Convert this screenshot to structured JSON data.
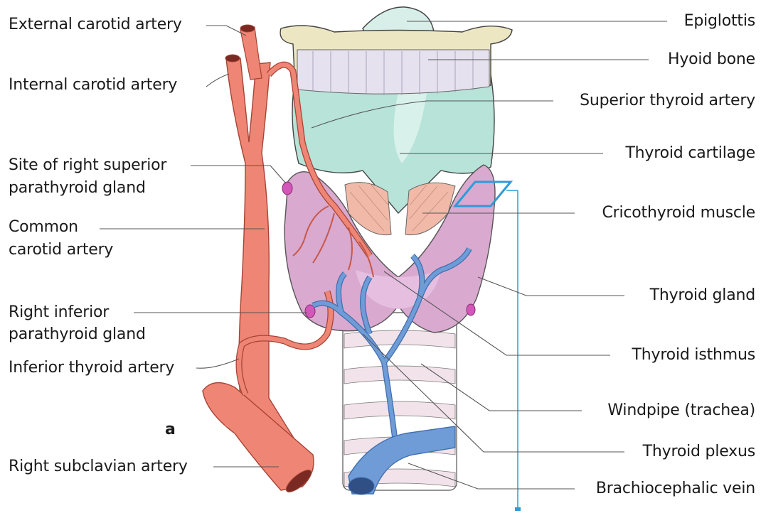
{
  "labels": {
    "left": {
      "external_carotid": "External carotid artery",
      "internal_carotid": "Internal carotid artery",
      "superior_parathyroid_line1": "Site of right superior",
      "superior_parathyroid_line2": "parathyroid gland",
      "common_carotid_line1": "Common",
      "common_carotid_line2": "carotid artery",
      "inferior_parathyroid_line1": "Right inferior",
      "inferior_parathyroid_line2": "parathyroid gland",
      "inferior_thyroid_artery": "Inferior thyroid artery",
      "subclavian": "Right subclavian artery"
    },
    "right": {
      "epiglottis": "Epiglottis",
      "hyoid": "Hyoid bone",
      "superior_thyroid_artery": "Superior thyroid artery",
      "thyroid_cartilage": "Thyroid cartilage",
      "cricothyroid": "Cricothyroid muscle",
      "thyroid_gland": "Thyroid gland",
      "isthmus": "Thyroid isthmus",
      "trachea": "Windpipe (trachea)",
      "plexus": "Thyroid plexus",
      "brachiocephalic": "Brachiocephalic vein"
    },
    "panel_letter": "a"
  },
  "colors": {
    "artery": "#ef8575",
    "artery_dark": "#c7584a",
    "vein": "#6f9cd6",
    "vein_dark": "#3f6fb0",
    "gland": "#d9a9cf",
    "gland_dark": "#b680ad",
    "cartilage": "#a9ddd0",
    "hyoid": "#ece6c3",
    "muscle": "#f0b9a8",
    "trachea": "#f2e3ea",
    "section_marker": "#2f9bd8",
    "leader": "#555555"
  }
}
